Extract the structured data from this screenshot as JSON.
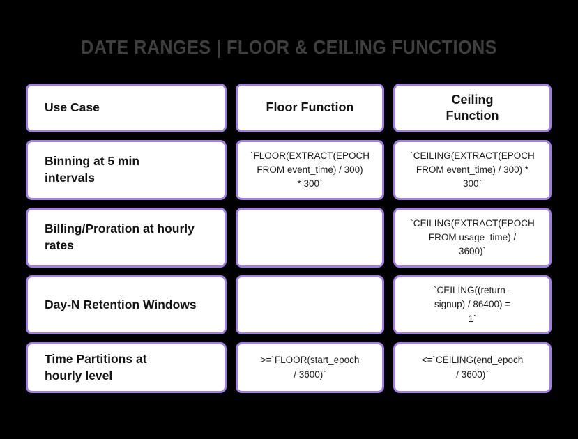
{
  "title": "DATE RANGES | FLOOR & CEILING FUNCTIONS",
  "colors": {
    "background": "#000000",
    "title_text": "#3e3f41",
    "card_background": "#ffffff",
    "card_border": "#a07fe0",
    "cell_text": "#141414",
    "code_text": "#1d1d1f"
  },
  "table": {
    "headers": {
      "use_case": "Use Case",
      "floor": "Floor Function",
      "ceiling": "Ceiling\nFunction"
    },
    "rows": [
      {
        "use_case": "Binning at 5 min\nintervals",
        "floor": "`FLOOR(EXTRACT(EPOCH\nFROM event_time) / 300)\n* 300`",
        "ceiling": "`CEILING(EXTRACT(EPOCH\nFROM event_time) / 300) *\n300`"
      },
      {
        "use_case": "Billing/Proration at hourly\nrates",
        "floor": "",
        "ceiling": "`CEILING(EXTRACT(EPOCH\nFROM usage_time) /\n3600)`"
      },
      {
        "use_case": "Day-N Retention Windows",
        "floor": "",
        "ceiling": "`CEILING((return -\nsignup) / 86400) =\n1`"
      },
      {
        "use_case": "Time Partitions at\nhourly level",
        "floor": ">=`FLOOR(start_epoch\n/ 3600)`",
        "ceiling": "<=`CEILING(end_epoch\n/ 3600)`"
      }
    ]
  }
}
